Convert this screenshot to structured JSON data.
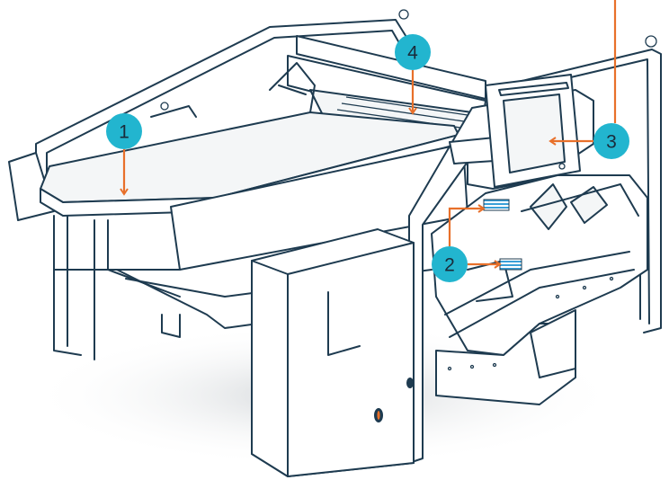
{
  "colors": {
    "callout_fill": "#22b5cf",
    "callout_text": "#1a2b3a",
    "leader_line": "#e8702a",
    "outline": "#1e3b50",
    "sensor_window": "#3aa0d8",
    "shadow": "#d9dcde"
  },
  "callouts": [
    {
      "id": "1",
      "label": "1"
    },
    {
      "id": "2",
      "label": "2"
    },
    {
      "id": "3",
      "label": "3"
    },
    {
      "id": "4",
      "label": "4"
    }
  ]
}
